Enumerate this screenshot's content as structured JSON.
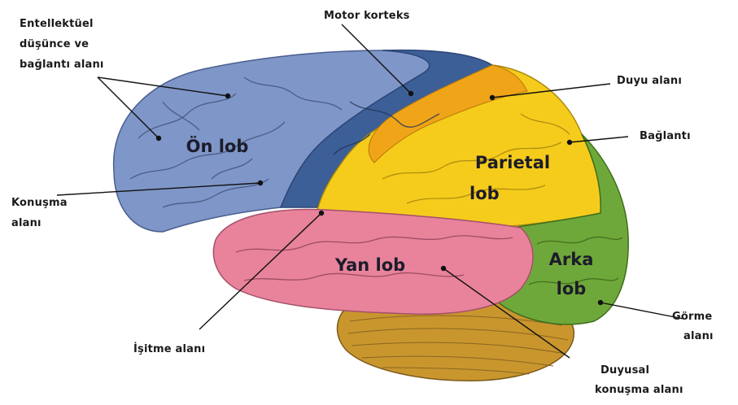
{
  "colors": {
    "frontal": "#7f96c8",
    "motor": "#3d5f97",
    "sensory": "#f0a418",
    "parietal": "#f5cc1c",
    "temporal": "#e8839b",
    "occipital": "#6fa83a",
    "cerebellum": "#c9962e"
  },
  "lobes": {
    "frontal": "Ön lob",
    "parietal_1": "Parietal",
    "parietal_2": "lob",
    "temporal": "Yan lob",
    "occipital_1": "Arka",
    "occipital_2": "lob"
  },
  "labels": {
    "intellect_1": "Entellektüel",
    "intellect_2": "düşünce ve",
    "intellect_3": "bağlantı alanı",
    "motor": "Motor korteks",
    "sensory": "Duyu alanı",
    "connection": "Bağlantı",
    "speech_1": "Konuşma",
    "speech_2": "alanı",
    "hearing": "İşitme alanı",
    "vision_1": "Görme",
    "vision_2": "alanı",
    "sensory_speech_1": "Duyusal",
    "sensory_speech_2": "konuşma alanı"
  }
}
